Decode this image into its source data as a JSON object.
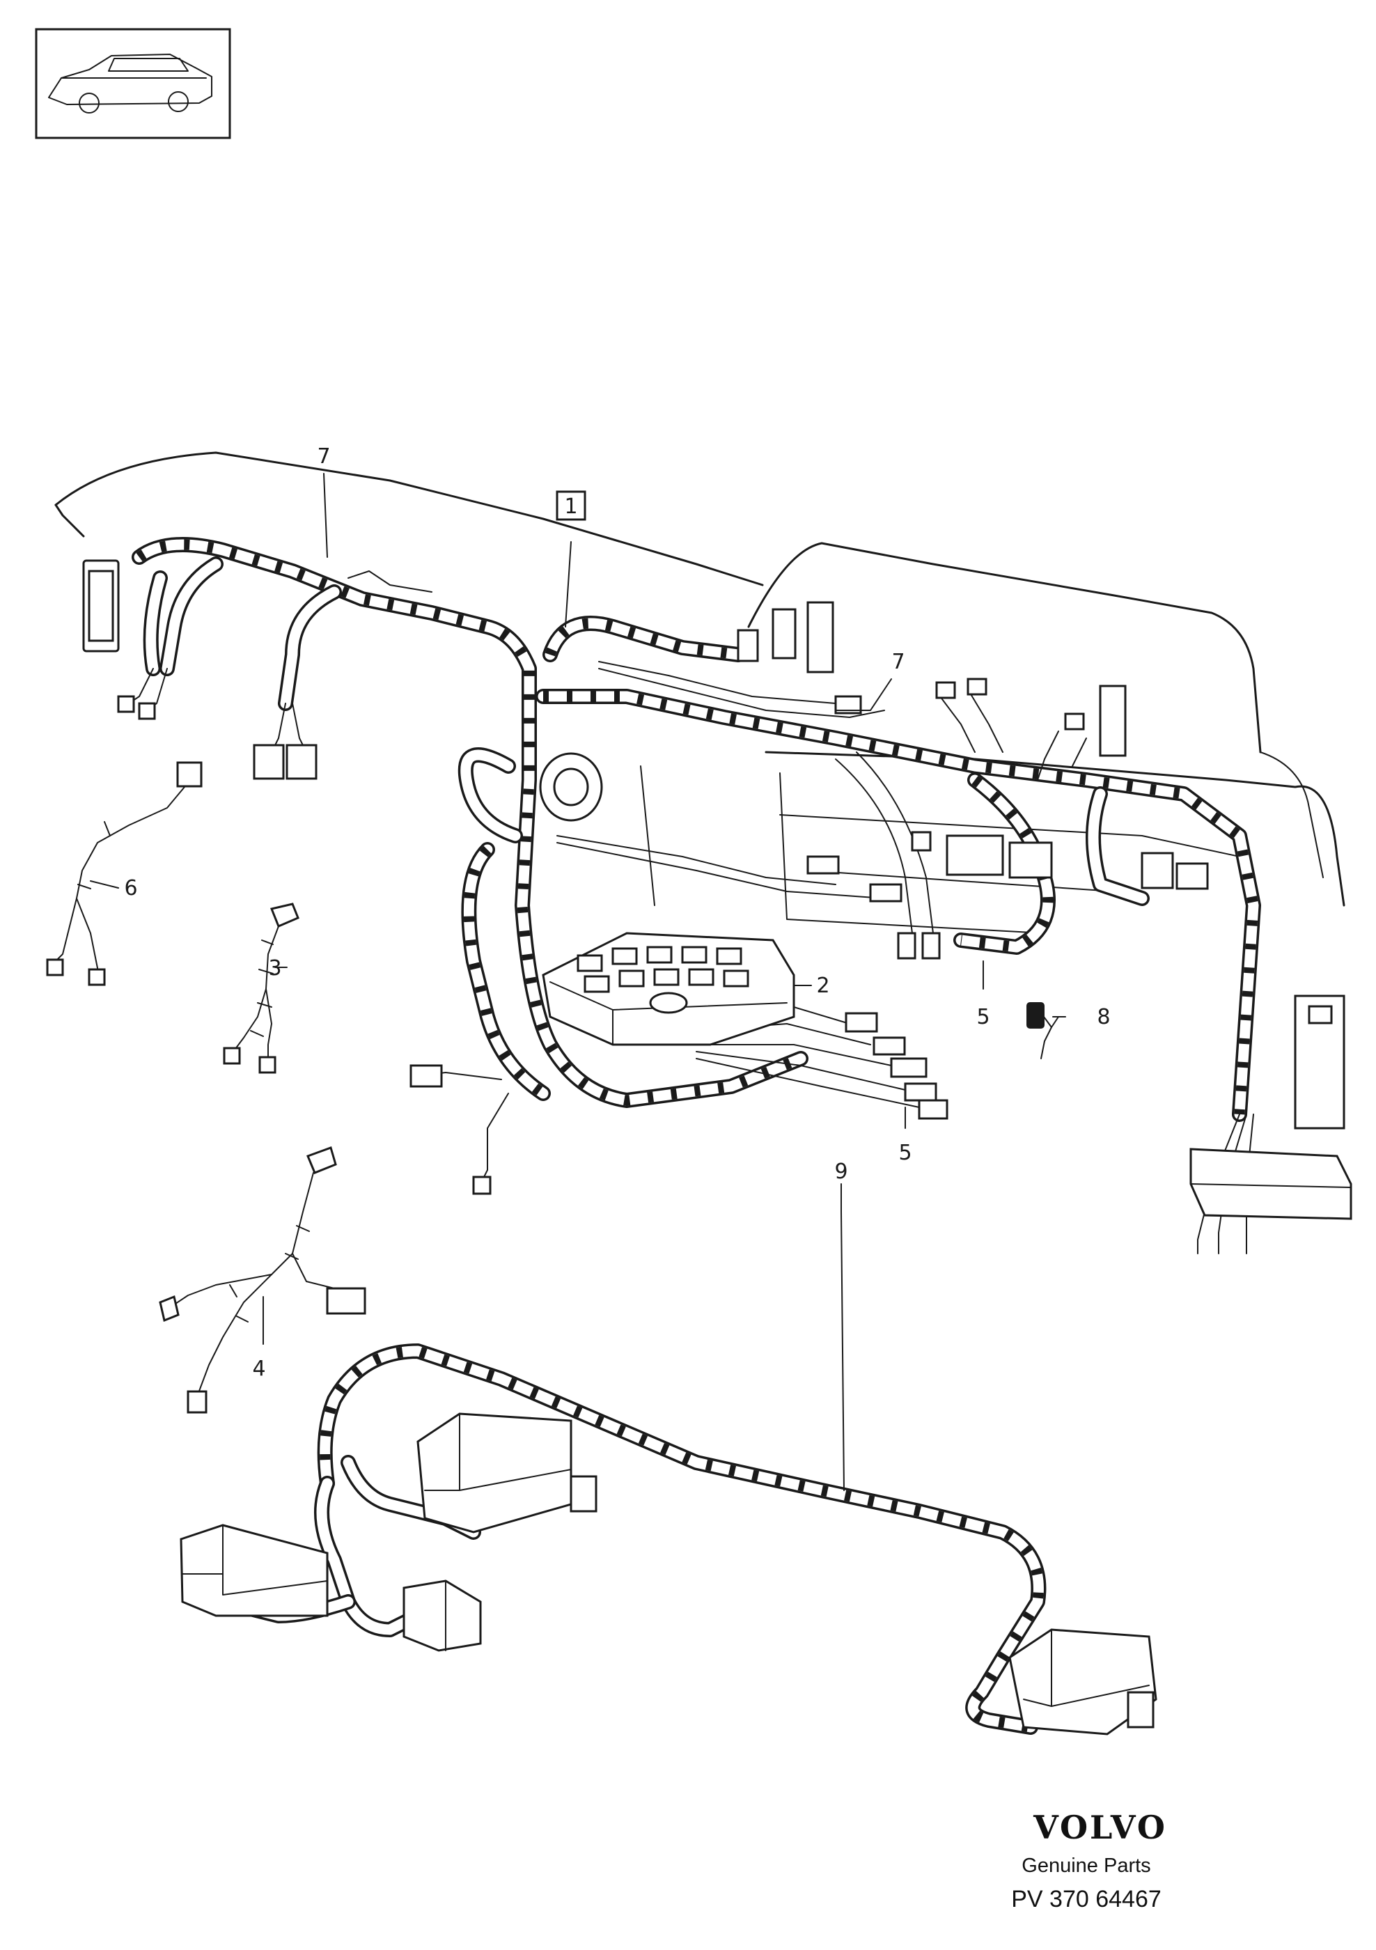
{
  "callouts": [
    {
      "label": "1",
      "boxed": true
    },
    {
      "label": "2"
    },
    {
      "label": "3"
    },
    {
      "label": "4"
    },
    {
      "label": "5"
    },
    {
      "label": "5"
    },
    {
      "label": "6"
    },
    {
      "label": "7"
    },
    {
      "label": "7"
    },
    {
      "label": "8"
    },
    {
      "label": "9"
    }
  ],
  "brand": {
    "logo_text": "VOLVO",
    "subtitle": "Genuine Parts",
    "part_number": "PV 370 64467"
  }
}
